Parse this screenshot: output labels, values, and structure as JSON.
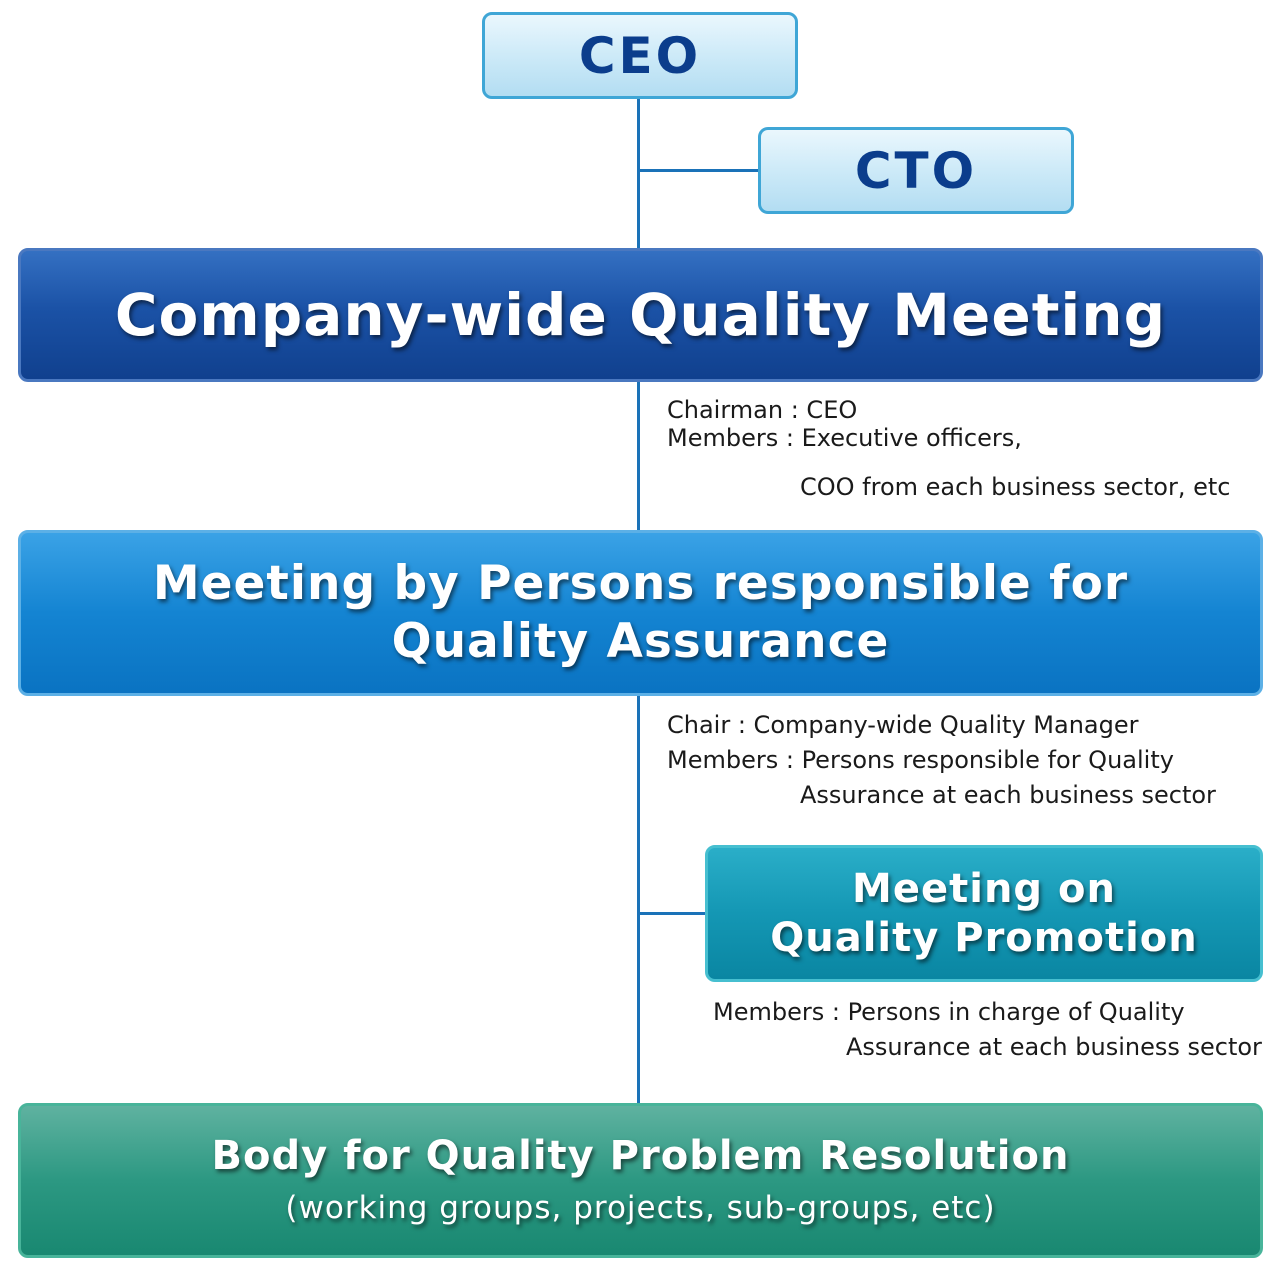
{
  "nodes": {
    "ceo": {
      "label": "CEO"
    },
    "cto": {
      "label": "CTO"
    },
    "company_meeting": {
      "title": "Company-wide Quality Meeting"
    },
    "qa_meeting": {
      "title_line1": "Meeting by Persons responsible for",
      "title_line2": "Quality Assurance"
    },
    "promotion_meeting": {
      "title_line1": "Meeting on",
      "title_line2": "Quality Promotion"
    },
    "resolution_body": {
      "title": "Body for Quality Problem Resolution",
      "subtitle": "(working groups, projects, sub-groups, etc)"
    }
  },
  "notes": {
    "company_meeting": {
      "line1": "Chairman : CEO",
      "line2": "Members : Executive officers,",
      "line3": "COO from each business sector, etc"
    },
    "qa_meeting": {
      "line1": "Chair : Company-wide Quality Manager",
      "line2": "Members : Persons responsible for Quality",
      "line3": "Assurance at each business sector"
    },
    "promotion_meeting": {
      "line1": "Members : Persons in charge of Quality",
      "line2": "Assurance at each business sector"
    }
  },
  "colors": {
    "connector": "#1a72b8",
    "company_meeting": "#1b52a6",
    "qa_meeting": "#1484d2",
    "promotion_meeting": "#1497b4",
    "resolution_body": "#2c9882",
    "executive_box_text": "#0b3d8c"
  }
}
